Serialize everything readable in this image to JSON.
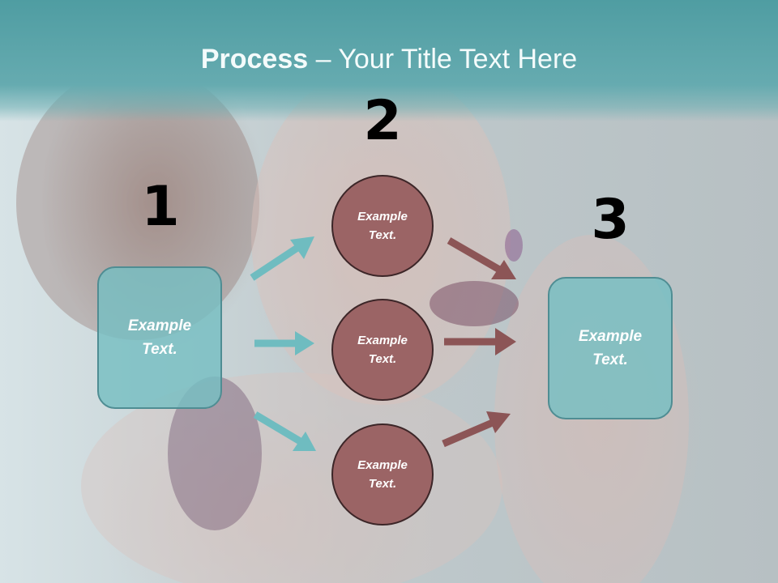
{
  "title": {
    "bold_part": "Process",
    "rest_part": " – Your Title Text Here"
  },
  "numbers": [
    "1",
    "2",
    "3"
  ],
  "left_box": {
    "text": "Example Text."
  },
  "circles": [
    {
      "text": "Example Text."
    },
    {
      "text": "Example Text."
    },
    {
      "text": "Example Text."
    }
  ],
  "right_box": {
    "text": "Example Text."
  },
  "colors": {
    "title_band": "#5ea6ab",
    "box_fill": "#76bec2",
    "circle_fill": "#9b6465",
    "teal_arrow": "#6fbcc0",
    "maroon_arrow": "#8c5556"
  }
}
